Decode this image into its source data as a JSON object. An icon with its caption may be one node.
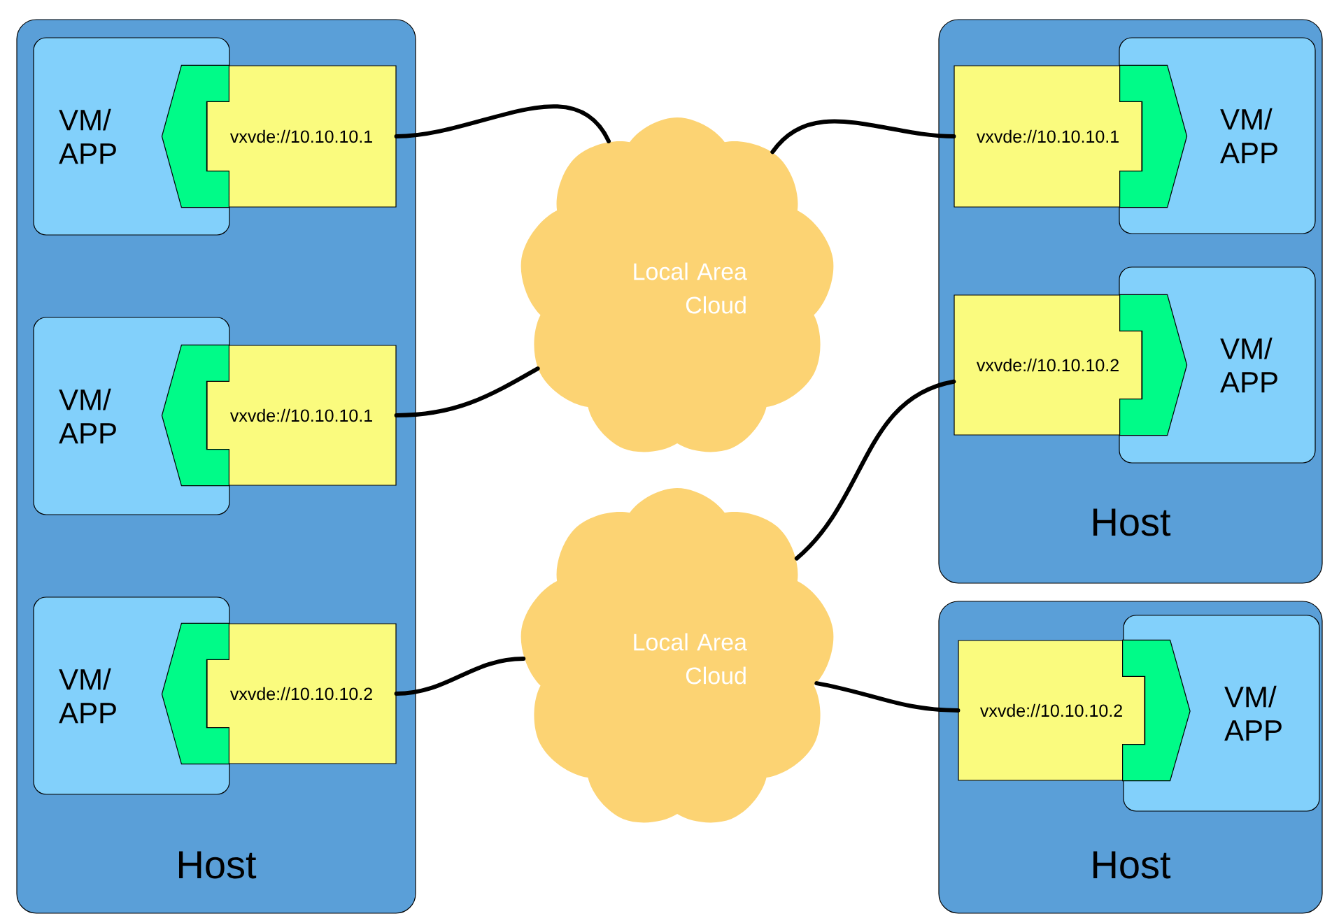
{
  "diagram": {
    "nodes": [
      {
        "text": [
          "Host"
        ]
      },
      {
        "text": [
          "VM/ APP"
        ],
        "in": 0
      },
      {
        "text": [
          "vxvde://10.10.10.1"
        ],
        "in": 0
      },
      {
        "text": [
          "VM/ APP"
        ],
        "in": 0
      },
      {
        "text": [
          "vxvde://10.10.10.1"
        ],
        "in": 0
      },
      {
        "text": [
          "VM/ APP"
        ],
        "in": 0
      },
      {
        "text": [
          "vxvde://10.10.10.2"
        ],
        "in": 0
      },
      {
        "text": [
          "Local Area Cloud"
        ]
      },
      {
        "text": [
          "Local Area Cloud"
        ]
      },
      {
        "text": [
          "Host"
        ]
      },
      {
        "text": [
          "vxvde://10.10.10.1"
        ],
        "in": 9
      },
      {
        "text": [
          "VM/ APP"
        ],
        "in": 9
      },
      {
        "text": [
          "vxvde://10.10.10.2"
        ],
        "in": 9
      },
      {
        "text": [
          "VM/ APP"
        ],
        "in": 9
      },
      {
        "text": [
          "Host"
        ]
      },
      {
        "text": [
          "vxvde://10.10.10.2"
        ],
        "in": 14
      },
      {
        "text": [
          "VM/ APP"
        ],
        "in": 14
      }
    ],
    "edges": [
      {
        "from": 2,
        "to": 7,
        "arrow": "none"
      },
      {
        "from": 4,
        "to": 7,
        "arrow": "none"
      },
      {
        "from": 6,
        "to": 8,
        "arrow": "none"
      },
      {
        "from": 7,
        "to": 10,
        "arrow": "none"
      },
      {
        "from": 8,
        "to": 12,
        "arrow": "none"
      },
      {
        "from": 8,
        "to": 15,
        "arrow": "none"
      },
      {
        "from": 2,
        "to": 1,
        "arrow": "to"
      },
      {
        "from": 4,
        "to": 3,
        "arrow": "to"
      },
      {
        "from": 6,
        "to": 5,
        "arrow": "to"
      },
      {
        "from": 10,
        "to": 11,
        "arrow": "to"
      },
      {
        "from": 12,
        "to": 13,
        "arrow": "to"
      },
      {
        "from": 15,
        "to": 16,
        "arrow": "to"
      }
    ]
  }
}
